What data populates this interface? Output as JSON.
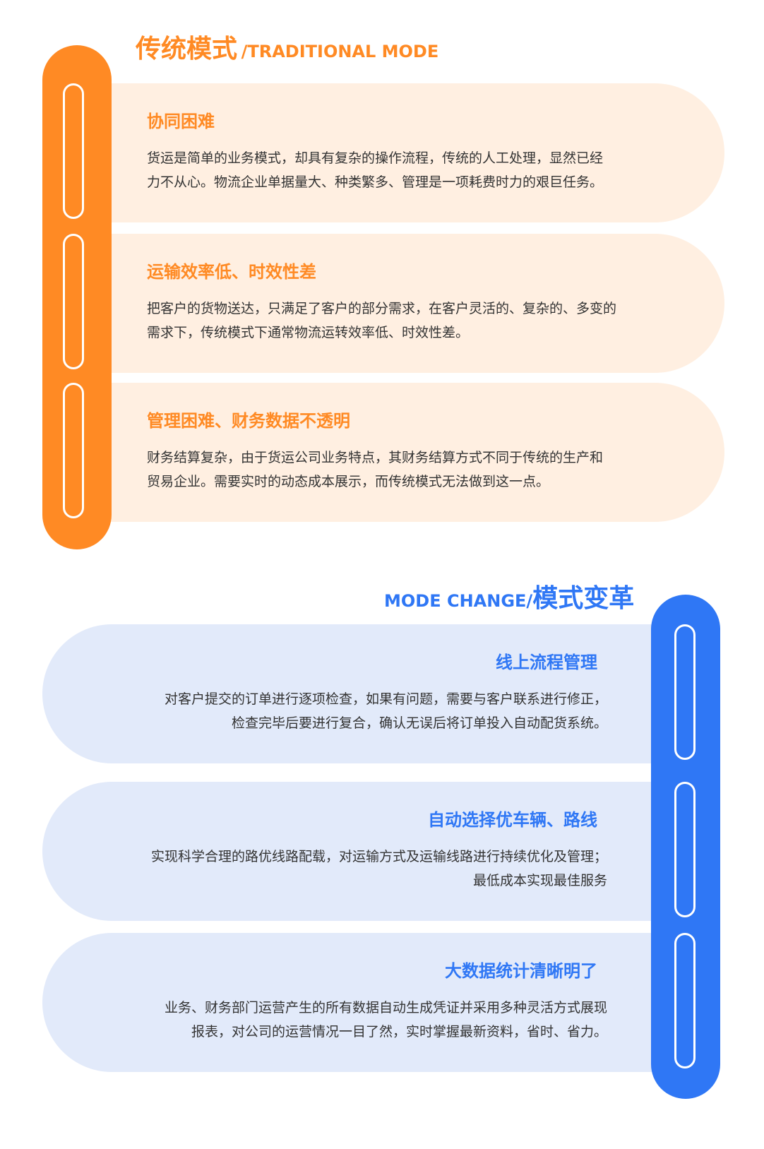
{
  "traditional": {
    "title_cn": "传统模式",
    "title_en": "/TRADITIONAL MODE",
    "items": [
      {
        "title": "协同困难",
        "lines": [
          "货运是简单的业务模式，却具有复杂的操作流程，传统的人工处理，显然已经",
          "力不从心。物流企业单据量大、种类繁多、管理是一项耗费时力的艰巨任务。"
        ]
      },
      {
        "title": "运输效率低、时效性差",
        "lines": [
          "把客户的货物送达，只满足了客户的部分需求，在客户灵活的、复杂的、多变的",
          "需求下，传统模式下通常物流运转效率低、时效性差。"
        ]
      },
      {
        "title": "管理困难、财务数据不透明",
        "lines": [
          "财务结算复杂，由于货运公司业务特点，其财务结算方式不同于传统的生产和",
          "贸易企业。需要实时的动态成本展示，而传统模式无法做到这一点。"
        ]
      }
    ]
  },
  "change": {
    "title_en": "MODE CHANGE/",
    "title_cn": "模式变革",
    "items": [
      {
        "title": "线上流程管理",
        "lines": [
          "对客户提交的订单进行逐项检查，如果有问题，需要与客户联系进行修正，",
          "检查完毕后要进行复合，确认无误后将订单投入自动配货系统。"
        ]
      },
      {
        "title": "自动选择优车辆、路线",
        "lines": [
          "实现科学合理的路优线路配载，对运输方式及运输线路进行持续优化及管理；",
          "最低成本实现最佳服务"
        ]
      },
      {
        "title": "大数据统计清晰明了",
        "lines": [
          "业务、财务部门运营产生的所有数据自动生成凭证并采用多种灵活方式展现",
          "报表，对公司的运营情况一目了然，实时掌握最新资料，省时、省力。"
        ]
      }
    ]
  },
  "colors": {
    "orange": "#FF8A24",
    "blue": "#2F77F5",
    "orange_bg": "#FFEFE1",
    "blue_bg": "#E2EAFA"
  }
}
